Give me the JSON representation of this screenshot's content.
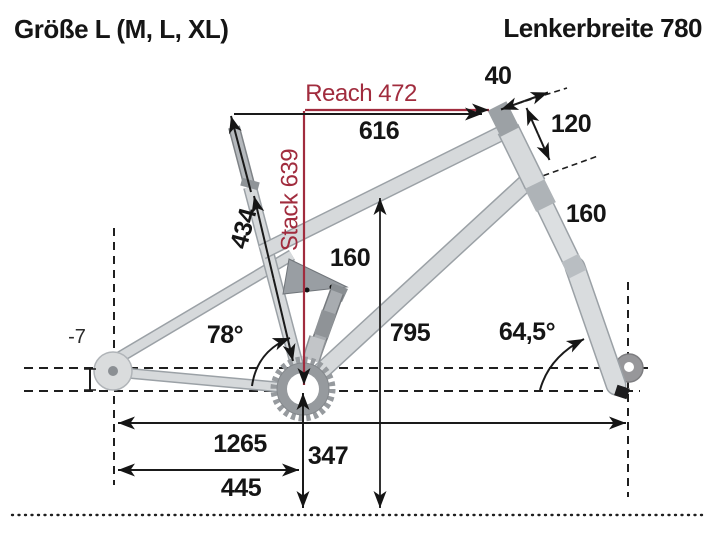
{
  "header": {
    "size_label": "Größe L (M, L, XL)",
    "handlebar_label": "Lenkerbreite 780"
  },
  "geometry": {
    "reach": "Reach 472",
    "stack": "Stack 639",
    "top_tube_horizontal": "616",
    "stem_length": "40",
    "head_tube_length": "120",
    "fork_travel": "160",
    "rear_travel": "160",
    "seat_tube_length": "434",
    "seat_tube_angle": "78°",
    "head_tube_angle": "64,5°",
    "standover_height": "795",
    "wheelbase": "1265",
    "chainstay_length": "445",
    "bb_height": "347",
    "bb_drop": "-7"
  },
  "colors": {
    "accent_red": "#a12c3e",
    "text": "#151515",
    "frame_fill": "#d6d9db",
    "frame_outline": "#9ba1a6",
    "hardware_gray": "#999ea3"
  }
}
